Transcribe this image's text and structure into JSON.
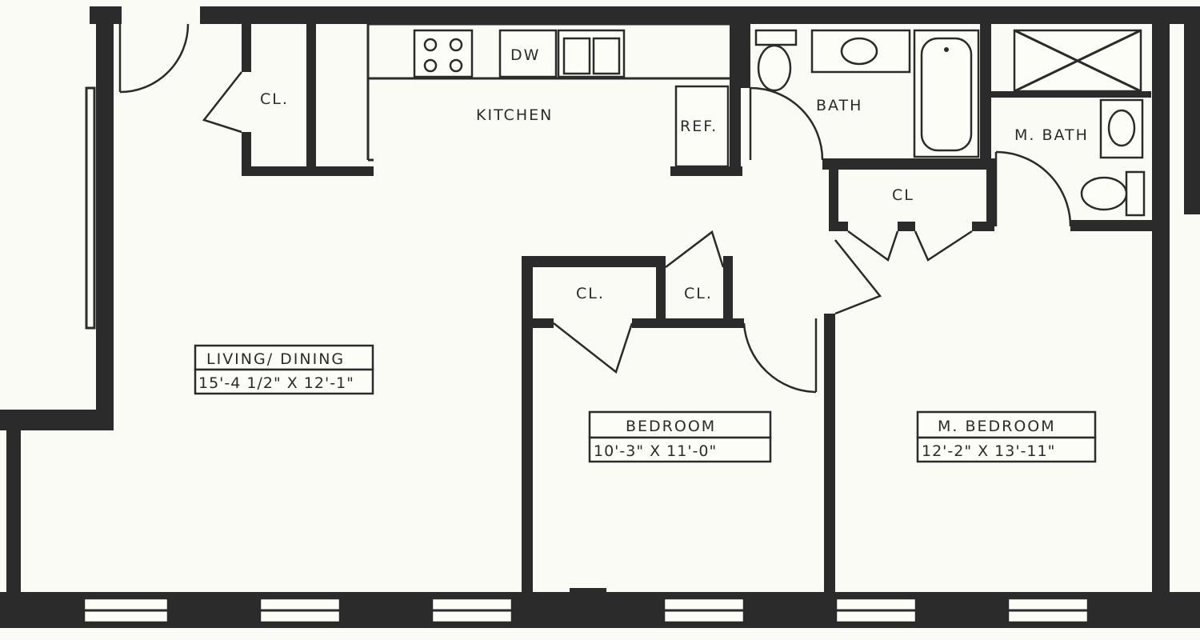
{
  "rooms": {
    "living_dining": {
      "name": "LIVING/ DINING",
      "dims": "15'-4 1/2\" X 12'-1\""
    },
    "bedroom": {
      "name": "BEDROOM",
      "dims": "10'-3\" X 11'-0\""
    },
    "master_bedroom": {
      "name": "M. BEDROOM",
      "dims": "12'-2\" X 13'-11\""
    },
    "kitchen": {
      "name": "KITCHEN"
    },
    "bath": {
      "name": "BATH"
    },
    "master_bath": {
      "name": "M. BATH"
    },
    "closet_entry": {
      "name": "CL."
    },
    "closet_hall": {
      "name": "CL"
    },
    "closet_bed_1": {
      "name": "CL."
    },
    "closet_bed_2": {
      "name": "CL."
    }
  },
  "appliances": {
    "dishwasher": "DW",
    "refrigerator": "REF."
  }
}
